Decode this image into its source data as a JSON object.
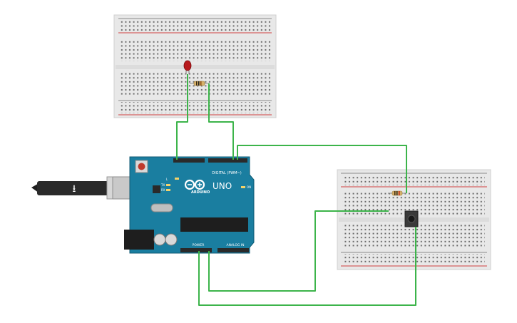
{
  "arduino": {
    "brand": "ARDUINO",
    "model": "UNO",
    "digital_header_label": "DIGITAL (PWM~)",
    "power_header_label": "POWER",
    "analog_header_label": "ANALOG IN",
    "tx_label": "TX",
    "rx_label": "RX",
    "l_label": "L",
    "on_label": "ON"
  },
  "components": {
    "led": "red-led",
    "resistor_top": "resistor",
    "resistor_right": "resistor",
    "pushbutton": "pushbutton",
    "usb_cable": "usb-cable"
  },
  "colors": {
    "wire": "#3cb44a",
    "board": "#1a7ea0",
    "breadboard": "#eaeaea",
    "rail_red": "#d04040",
    "rail_blue": "#7a7a7a",
    "led": "#c0191d"
  }
}
